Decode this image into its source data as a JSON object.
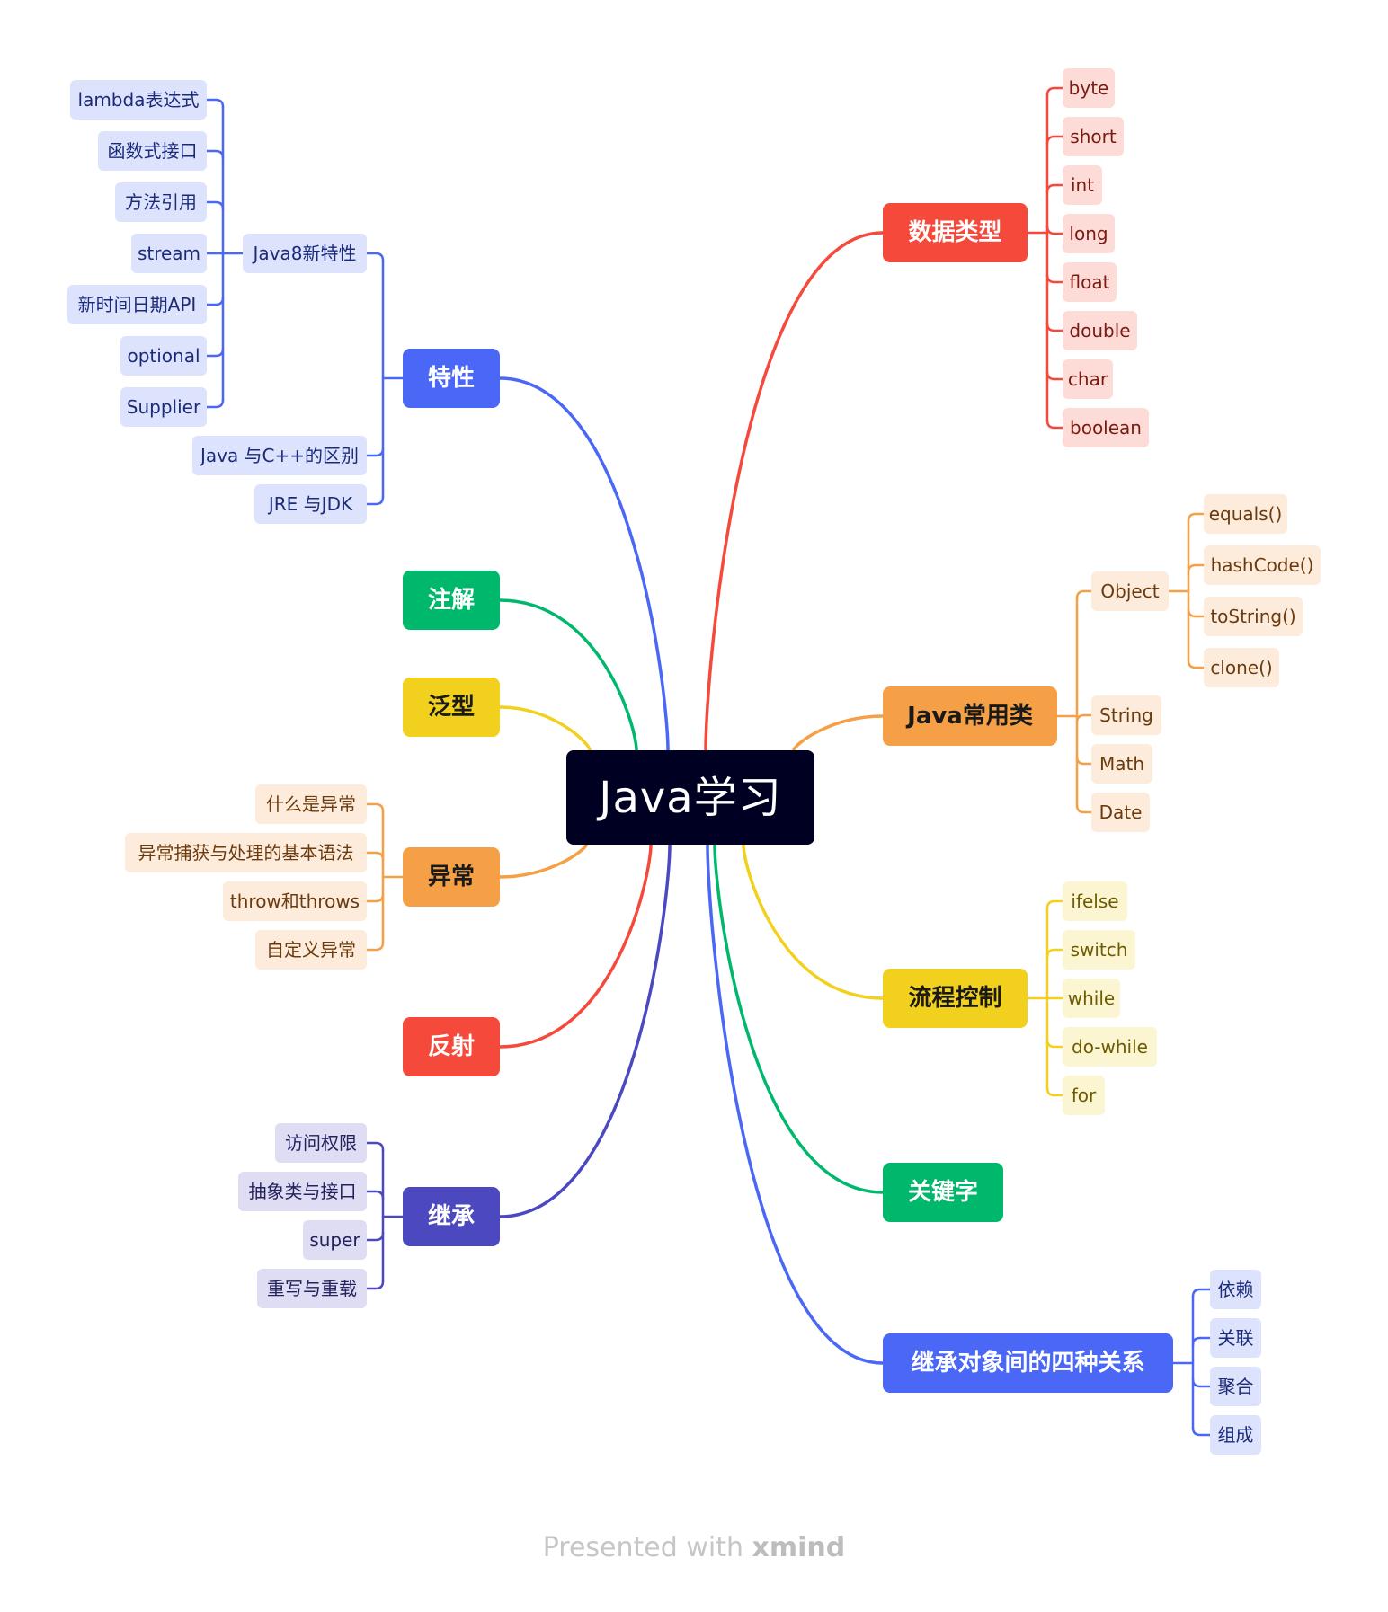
{
  "root": {
    "label": "Java学习"
  },
  "colors": {
    "root_bg": "#000022",
    "root_fg": "#ffffff"
  },
  "branches": [
    {
      "label": "特性",
      "color": "#4a68f5",
      "leaf_bg": "#dde3fd",
      "leaf_fg": "#1b2b7a",
      "children": [
        {
          "label": "Java8新特性",
          "children": [
            {
              "label": "lambda表达式"
            },
            {
              "label": "函数式接口"
            },
            {
              "label": "方法引用"
            },
            {
              "label": "stream"
            },
            {
              "label": "新时间日期API"
            },
            {
              "label": "optional"
            },
            {
              "label": "Supplier"
            }
          ]
        },
        {
          "label": "Java 与C++的区别"
        },
        {
          "label": "JRE 与JDK"
        }
      ]
    },
    {
      "label": "注解",
      "color": "#00b86b"
    },
    {
      "label": "泛型",
      "color": "#f2d01e"
    },
    {
      "label": "异常",
      "color": "#f5a046",
      "leaf_bg": "#fdebdb",
      "leaf_fg": "#6b3a0d",
      "children": [
        {
          "label": "什么是异常"
        },
        {
          "label": "异常捕获与处理的基本语法"
        },
        {
          "label": "throw和throws"
        },
        {
          "label": "自定义异常"
        }
      ]
    },
    {
      "label": "反射",
      "color": "#f54a3b"
    },
    {
      "label": "继承",
      "color": "#4b48c0",
      "leaf_bg": "#deddf3",
      "leaf_fg": "#24225e",
      "children": [
        {
          "label": "访问权限"
        },
        {
          "label": "抽象类与接口"
        },
        {
          "label": "super"
        },
        {
          "label": "重写与重载"
        }
      ]
    },
    {
      "label": "数据类型",
      "color": "#f54a3b",
      "leaf_bg": "#fddcd8",
      "leaf_fg": "#7a1a12",
      "children": [
        {
          "label": "byte"
        },
        {
          "label": "short"
        },
        {
          "label": "int"
        },
        {
          "label": "long"
        },
        {
          "label": "float"
        },
        {
          "label": "double"
        },
        {
          "label": "char"
        },
        {
          "label": "boolean"
        }
      ]
    },
    {
      "label": "Java常用类",
      "color": "#f5a046",
      "leaf_bg": "#fdebdb",
      "leaf_fg": "#6b3a0d",
      "children": [
        {
          "label": "Object",
          "children": [
            {
              "label": "equals()"
            },
            {
              "label": "hashCode()"
            },
            {
              "label": "toString()"
            },
            {
              "label": "clone()"
            }
          ]
        },
        {
          "label": "String"
        },
        {
          "label": "Math"
        },
        {
          "label": "Date"
        }
      ]
    },
    {
      "label": "流程控制",
      "color": "#f2d01e",
      "leaf_bg": "#fcf5d2",
      "leaf_fg": "#6e5b00",
      "children": [
        {
          "label": "ifelse"
        },
        {
          "label": "switch"
        },
        {
          "label": "while"
        },
        {
          "label": "do-while"
        },
        {
          "label": "for"
        }
      ]
    },
    {
      "label": "关键字",
      "color": "#00b86b"
    },
    {
      "label": "继承对象间的四种关系",
      "color": "#4a68f5",
      "leaf_bg": "#dde3fd",
      "leaf_fg": "#1b2b7a",
      "children": [
        {
          "label": "依赖"
        },
        {
          "label": "关联"
        },
        {
          "label": "聚合"
        },
        {
          "label": "组成"
        }
      ]
    }
  ],
  "footer": {
    "prefix": "Presented with ",
    "brand": "xmind"
  }
}
